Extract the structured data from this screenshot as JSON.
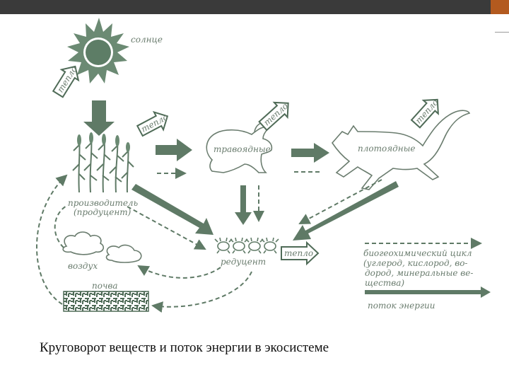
{
  "colors": {
    "ink": "#5f7a66",
    "dark": "#4f6b57",
    "label": "#6a7c6e",
    "topbar": "#3a3a3a",
    "accent": "#b35a1f"
  },
  "labels": {
    "sun": "солнце",
    "heat_1": "тепло",
    "heat_2": "тепло",
    "heat_3": "тепло",
    "heat_4": "тепло",
    "heat_5": "тепло",
    "herbivores": "травоядные",
    "carnivores": "плотоядные",
    "producer_line1": "производитель",
    "producer_line2": "(продуцент)",
    "air": "воздух",
    "reducer": "редуцент",
    "soil": "почва"
  },
  "legend": {
    "cycle_line1": "биогеохимический  цикл",
    "cycle_line2": "(углерод,  кислород,  во-",
    "cycle_line3": "дород,  минеральные  ве-",
    "cycle_line4": "щества)",
    "energy_flow": "поток  энергии"
  },
  "caption": "Круговорот веществ и поток энергии в экосистеме"
}
